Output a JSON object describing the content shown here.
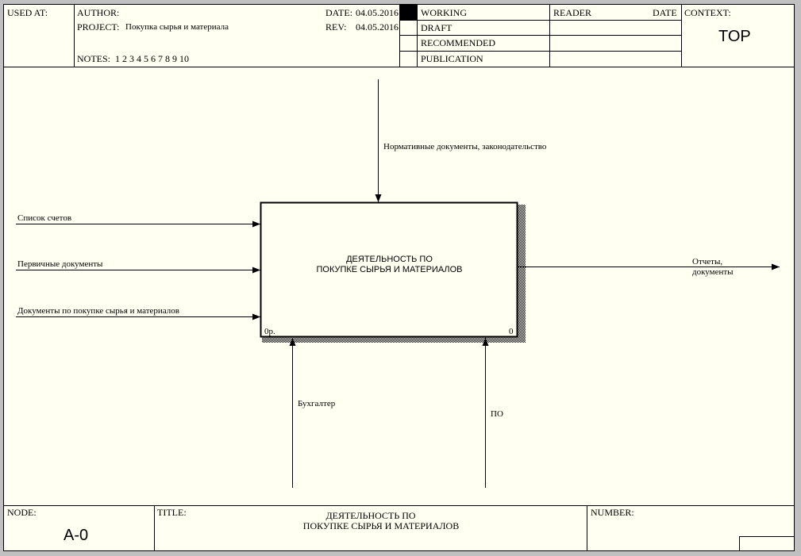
{
  "header": {
    "used_at_label": "USED AT:",
    "author_label": "AUTHOR:",
    "project_label": "PROJECT:",
    "project_value": "Покупка сырья и материала",
    "date_label": "DATE:",
    "date_value": "04.05.2016",
    "rev_label": "REV:",
    "rev_value": "04.05.2016",
    "notes_label": "NOTES:",
    "notes_numbers": "1  2  3  4  5  6  7  8  9  10",
    "status": [
      "WORKING",
      "DRAFT",
      "RECOMMENDED",
      "PUBLICATION"
    ],
    "reader_label": "READER",
    "reader_date_label": "DATE",
    "context_label": "CONTEXT:",
    "context_value": "TOP"
  },
  "diagram": {
    "activity_line1": "ДЕЯТЕЛЬНОСТЬ ПО",
    "activity_line2": "ПОКУПКЕ СЫРЬЯ И МАТЕРИАЛОВ",
    "activity_cost": "0р.",
    "activity_number": "0",
    "control": "Нормативные документы, законодательство",
    "inputs": [
      "Список счетов",
      "Первичные документы",
      "Документы по покупке сырья и материалов"
    ],
    "output_line1": "Отчеты,",
    "output_line2": "документы",
    "mechanisms": [
      "Бухгалтер",
      "ПО"
    ]
  },
  "footer": {
    "node_label": "NODE:",
    "node_value": "A-0",
    "title_label": "TITLE:",
    "title_line1": "ДЕЯТЕЛЬНОСТЬ ПО",
    "title_line2": "ПОКУПКЕ СЫРЬЯ И МАТЕРИАЛОВ",
    "number_label": "NUMBER:"
  }
}
